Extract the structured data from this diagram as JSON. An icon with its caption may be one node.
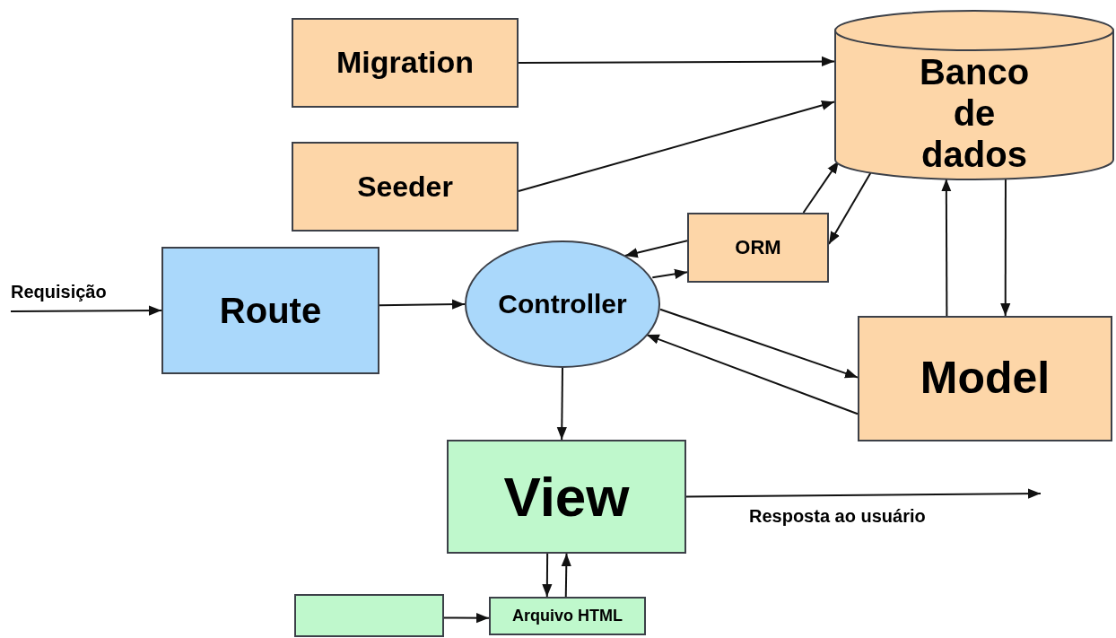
{
  "diagram": {
    "nodes": [
      {
        "text": [
          "Migration"
        ]
      },
      {
        "text": [
          "Seeder"
        ]
      },
      {
        "text": [
          "Banco de dados"
        ]
      },
      {
        "text": [
          "Route"
        ]
      },
      {
        "text": [
          "Controller"
        ]
      },
      {
        "text": [
          "ORM"
        ]
      },
      {
        "text": [
          "Model"
        ]
      },
      {
        "text": [
          "View"
        ]
      },
      {
        "text": [],
        "shape": "box"
      },
      {
        "text": [
          "Arquivo HTML"
        ]
      }
    ],
    "edges": [
      {
        "from": 0,
        "to": 2,
        "arrow": "to"
      },
      {
        "from": 1,
        "to": 2,
        "arrow": "to"
      },
      {
        "from": null,
        "to": 3,
        "arrow": "to",
        "label": "Requisição"
      },
      {
        "from": 3,
        "to": 4,
        "arrow": "to"
      },
      {
        "from": 5,
        "to": 4,
        "arrow": "to"
      },
      {
        "from": 4,
        "to": 5,
        "arrow": "to"
      },
      {
        "from": 5,
        "to": 2,
        "arrow": "to"
      },
      {
        "from": 2,
        "to": 5,
        "arrow": "to"
      },
      {
        "from": 4,
        "to": 6,
        "arrow": "to"
      },
      {
        "from": 6,
        "to": 4,
        "arrow": "to"
      },
      {
        "from": 6,
        "to": 2,
        "arrow": "to"
      },
      {
        "from": 2,
        "to": 6,
        "arrow": "to"
      },
      {
        "from": 4,
        "to": 7,
        "arrow": "to"
      },
      {
        "from": 7,
        "to": null,
        "arrow": "to",
        "label": "Resposta ao usuário"
      },
      {
        "from": 7,
        "to": 9,
        "arrow": "to"
      },
      {
        "from": 9,
        "to": 7,
        "arrow": "to"
      },
      {
        "from": 8,
        "to": 9,
        "arrow": "to"
      }
    ]
  }
}
